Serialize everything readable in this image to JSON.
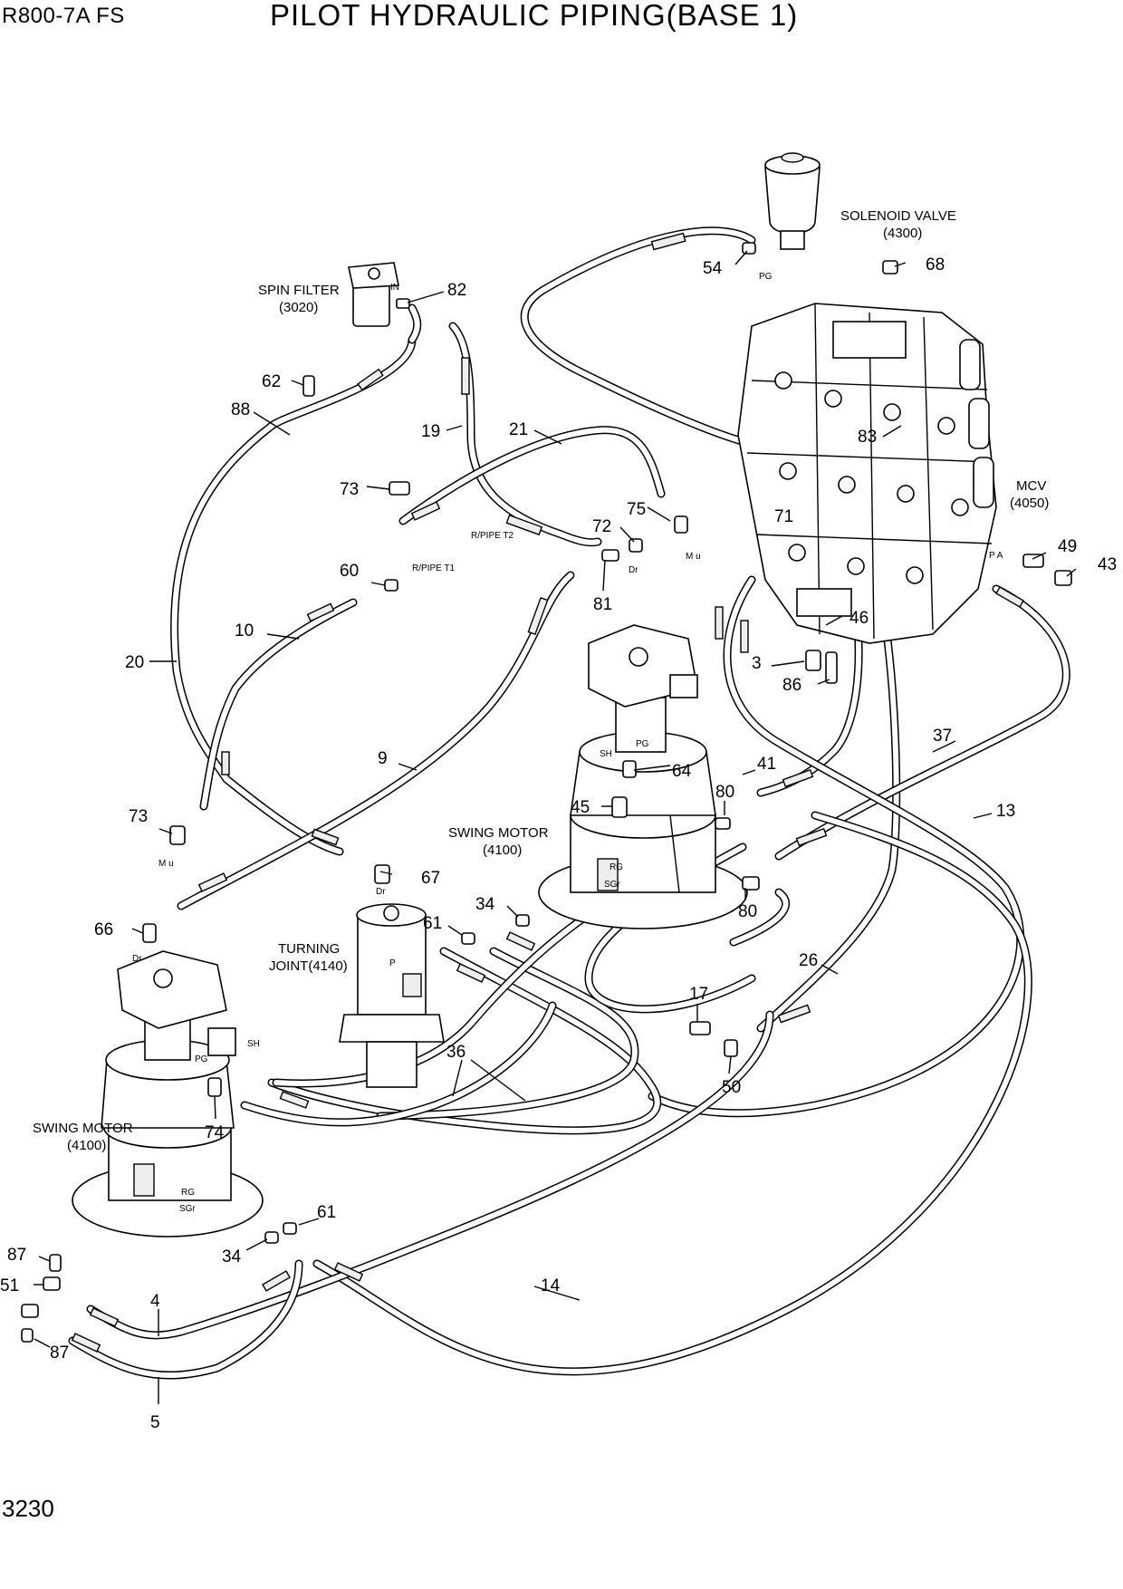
{
  "header": {
    "model": "R800-7A  FS",
    "title": "PILOT HYDRAULIC PIPING(BASE 1)"
  },
  "page_number": "3230",
  "captions": {
    "solenoid_valve": [
      "SOLENOID VALVE",
      "(4300)"
    ],
    "spin_filter": [
      "SPIN FILTER",
      "(3020)"
    ],
    "mcv": [
      "MCV",
      "(4050)"
    ],
    "swing_motor_right": [
      "SWING MOTOR",
      "(4100)"
    ],
    "swing_motor_left": [
      "SWING MOTOR",
      "(4100)"
    ],
    "turning_joint": [
      "TURNING",
      "JOINT(4140)"
    ]
  },
  "port_labels": {
    "r_pipe_t2": "R/PIPE T2",
    "r_pipe_t1": "R/PIPE T1",
    "in": "IN",
    "pg_top": "PG",
    "pa": "P A",
    "mu_right": "M u",
    "dr_right": "Dr",
    "sh_right": "SH",
    "pg_right": "PG",
    "rg_right": "RG",
    "sgr_right": "SGr",
    "mu_left": "M u",
    "dr_left": "Dr",
    "pg_left": "PG",
    "sh_left": "SH",
    "rg_left": "RG",
    "sgr_left": "SGr",
    "dr_joint": "Dr",
    "p_joint": "P"
  },
  "callouts": {
    "n54": "54",
    "n68": "68",
    "n82": "82",
    "n62": "62",
    "n88": "88",
    "n19": "19",
    "n21": "21",
    "n83": "83",
    "n73a": "73",
    "n75": "75",
    "n72": "72",
    "n71": "71",
    "n49": "49",
    "n43": "43",
    "n60": "60",
    "n81": "81",
    "n46": "46",
    "n10": "10",
    "n20": "20",
    "n3": "3",
    "n86": "86",
    "n37": "37",
    "n9": "9",
    "n41": "41",
    "n64": "64",
    "n80a": "80",
    "n45": "45",
    "n13": "13",
    "n73b": "73",
    "n67": "67",
    "n34a": "34",
    "n80b": "80",
    "n66": "66",
    "n61a": "61",
    "n26": "26",
    "n17": "17",
    "n36": "36",
    "n50": "50",
    "n74": "74",
    "n61b": "61",
    "n34b": "34",
    "n87a": "87",
    "n51": "51",
    "n14": "14",
    "n4": "4",
    "n87b": "87",
    "n5": "5"
  }
}
